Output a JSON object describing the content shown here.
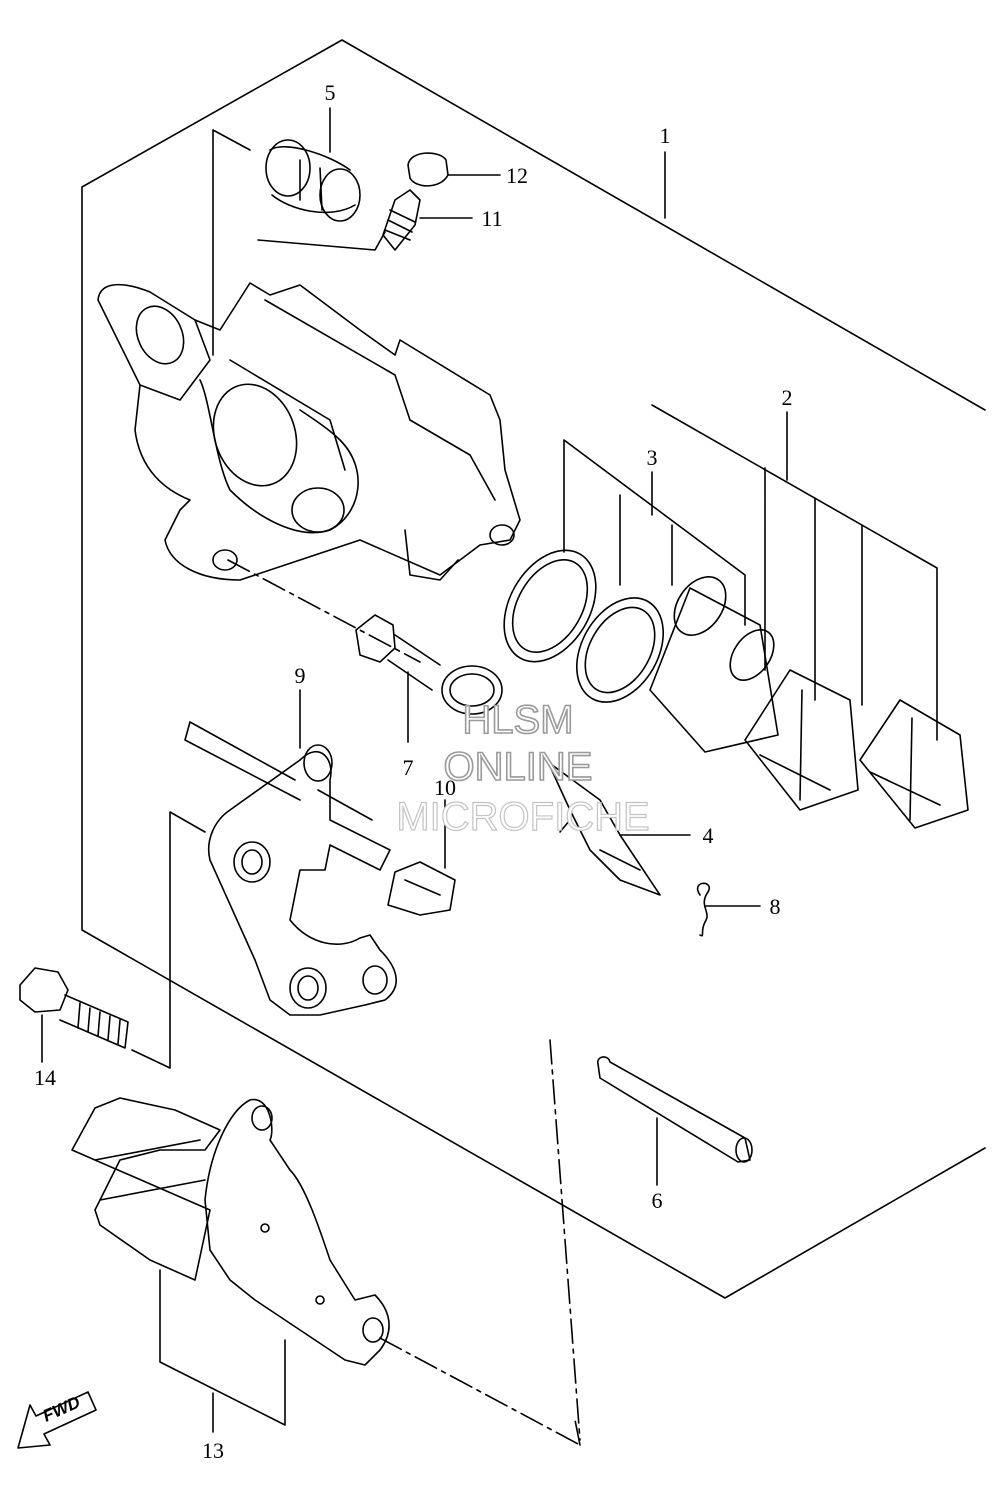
{
  "watermark": {
    "line1": "HLSM",
    "line2": "ONLINE",
    "line3": "MICROFICHE"
  },
  "fwd_label": "FWD",
  "callouts": [
    {
      "id": "1",
      "label": "1"
    },
    {
      "id": "2",
      "label": "2"
    },
    {
      "id": "3",
      "label": "3"
    },
    {
      "id": "4",
      "label": "4"
    },
    {
      "id": "5",
      "label": "5"
    },
    {
      "id": "6",
      "label": "6"
    },
    {
      "id": "7",
      "label": "7"
    },
    {
      "id": "8",
      "label": "8"
    },
    {
      "id": "9",
      "label": "9"
    },
    {
      "id": "10",
      "label": "10"
    },
    {
      "id": "11",
      "label": "11"
    },
    {
      "id": "12",
      "label": "12"
    },
    {
      "id": "13",
      "label": "13"
    },
    {
      "id": "14",
      "label": "14"
    }
  ],
  "colors": {
    "line": "#000000",
    "background": "#ffffff",
    "watermark_stroke": "#9a9a9a"
  }
}
